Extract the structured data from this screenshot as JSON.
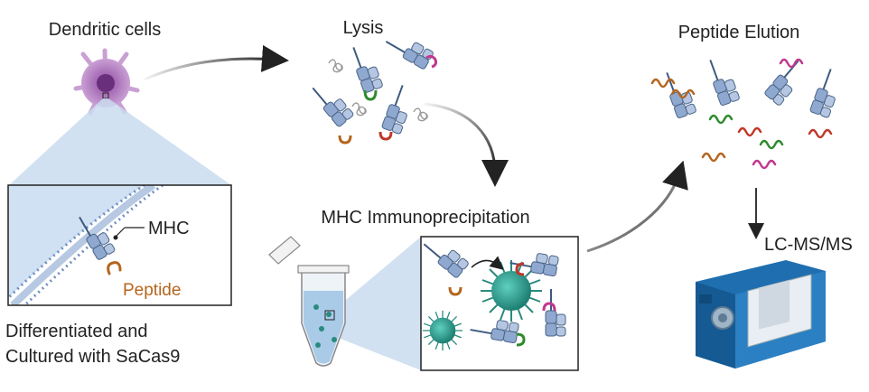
{
  "labels": {
    "dendritic_cells": "Dendritic cells",
    "lysis": "Lysis",
    "peptide_elution": "Peptide Elution",
    "mhc_ip": "MHC Immunoprecipitation",
    "lcms": "LC-MS/MS",
    "mhc": "MHC",
    "peptide": "Peptide",
    "caption_line1": "Differentiated and",
    "caption_line2": "Cultured with SaCas9"
  },
  "colors": {
    "cell_purple": "#9a5fa8",
    "mhc_blue": "#8fa8cf",
    "peptide_orange": "#b5651d",
    "peptide_green": "#2e8b2e",
    "peptide_red": "#c0392b",
    "peptide_magenta": "#c2378f",
    "bead_teal": "#2a9d8f",
    "instrument_blue": "#1f6fb0"
  },
  "icons": [
    "dendritic-cell-icon",
    "mhc-complex-icon",
    "bead-icon",
    "tube-icon",
    "mass-spectrometer-icon",
    "arrow-icon"
  ]
}
